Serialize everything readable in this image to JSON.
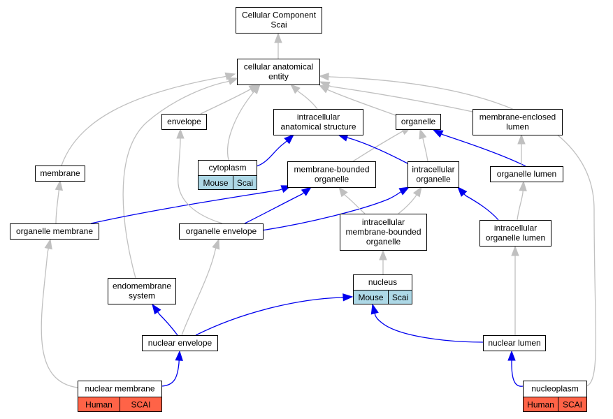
{
  "colors": {
    "gray_edge": "#c0c0c0",
    "blue_edge": "#0000ee",
    "tag_mouse_scai": "#add8e6",
    "tag_human_scai": "#ff6347"
  },
  "nodes": {
    "cellular_component_scai": {
      "lines": [
        "Cellular Component",
        "Scai"
      ]
    },
    "cellular_anatomical_entity": {
      "lines": [
        "cellular anatomical",
        "entity"
      ]
    },
    "envelope": {
      "lines": [
        "envelope"
      ]
    },
    "intracellular_anatomical_structure": {
      "lines": [
        "intracellular",
        "anatomical structure"
      ]
    },
    "organelle": {
      "lines": [
        "organelle"
      ]
    },
    "membrane_enclosed_lumen": {
      "lines": [
        "membrane-enclosed",
        "lumen"
      ]
    },
    "membrane": {
      "lines": [
        "membrane"
      ]
    },
    "cytoplasm": {
      "lines": [
        "cytoplasm"
      ],
      "tags": [
        "Mouse",
        "Scai"
      ]
    },
    "membrane_bounded_organelle": {
      "lines": [
        "membrane-bounded",
        "organelle"
      ]
    },
    "intracellular_organelle": {
      "lines": [
        "intracellular",
        "organelle"
      ]
    },
    "organelle_lumen": {
      "lines": [
        "organelle lumen"
      ]
    },
    "organelle_membrane": {
      "lines": [
        "organelle membrane"
      ]
    },
    "organelle_envelope": {
      "lines": [
        "organelle envelope"
      ]
    },
    "intracellular_membrane_bounded_organelle": {
      "lines": [
        "intracellular",
        "membrane-bounded",
        "organelle"
      ]
    },
    "intracellular_organelle_lumen": {
      "lines": [
        "intracellular",
        "organelle lumen"
      ]
    },
    "nucleus": {
      "lines": [
        "nucleus"
      ],
      "tags": [
        "Mouse",
        "Scai"
      ]
    },
    "endomembrane_system": {
      "lines": [
        "endomembrane",
        "system"
      ]
    },
    "nuclear_envelope": {
      "lines": [
        "nuclear envelope"
      ]
    },
    "nuclear_lumen": {
      "lines": [
        "nuclear lumen"
      ]
    },
    "nuclear_membrane": {
      "lines": [
        "nuclear membrane"
      ],
      "tags": [
        "Human",
        "SCAI"
      ]
    },
    "nucleoplasm": {
      "lines": [
        "nucleoplasm"
      ],
      "tags": [
        "Human",
        "SCAI"
      ]
    }
  },
  "edges": [
    {
      "from": "cellular_anatomical_entity",
      "to": "cellular_component_scai",
      "style": "gray"
    },
    {
      "from": "envelope",
      "to": "cellular_anatomical_entity",
      "style": "gray"
    },
    {
      "from": "intracellular_anatomical_structure",
      "to": "cellular_anatomical_entity",
      "style": "gray"
    },
    {
      "from": "organelle",
      "to": "cellular_anatomical_entity",
      "style": "gray"
    },
    {
      "from": "membrane_enclosed_lumen",
      "to": "cellular_anatomical_entity",
      "style": "gray"
    },
    {
      "from": "membrane",
      "to": "cellular_anatomical_entity",
      "style": "gray"
    },
    {
      "from": "cytoplasm",
      "to": "cellular_anatomical_entity",
      "style": "gray"
    },
    {
      "from": "endomembrane_system",
      "to": "cellular_anatomical_entity",
      "style": "gray"
    },
    {
      "from": "nucleoplasm",
      "to": "cellular_anatomical_entity",
      "style": "gray"
    },
    {
      "from": "cytoplasm",
      "to": "intracellular_anatomical_structure",
      "style": "blue"
    },
    {
      "from": "membrane_bounded_organelle",
      "to": "organelle",
      "style": "gray"
    },
    {
      "from": "intracellular_organelle",
      "to": "organelle",
      "style": "gray"
    },
    {
      "from": "intracellular_organelle",
      "to": "intracellular_anatomical_structure",
      "style": "blue"
    },
    {
      "from": "organelle_lumen",
      "to": "organelle",
      "style": "blue"
    },
    {
      "from": "organelle_lumen",
      "to": "membrane_enclosed_lumen",
      "style": "gray"
    },
    {
      "from": "organelle_membrane",
      "to": "membrane",
      "style": "gray"
    },
    {
      "from": "organelle_membrane",
      "to": "membrane_bounded_organelle",
      "style": "blue"
    },
    {
      "from": "organelle_envelope",
      "to": "envelope",
      "style": "gray"
    },
    {
      "from": "organelle_envelope",
      "to": "membrane_bounded_organelle",
      "style": "blue"
    },
    {
      "from": "organelle_envelope",
      "to": "intracellular_organelle",
      "style": "blue"
    },
    {
      "from": "intracellular_membrane_bounded_organelle",
      "to": "membrane_bounded_organelle",
      "style": "gray"
    },
    {
      "from": "intracellular_membrane_bounded_organelle",
      "to": "intracellular_organelle",
      "style": "gray"
    },
    {
      "from": "intracellular_organelle_lumen",
      "to": "intracellular_organelle",
      "style": "blue"
    },
    {
      "from": "intracellular_organelle_lumen",
      "to": "organelle_lumen",
      "style": "gray"
    },
    {
      "from": "nucleus",
      "to": "intracellular_membrane_bounded_organelle",
      "style": "gray"
    },
    {
      "from": "nuclear_envelope",
      "to": "endomembrane_system",
      "style": "blue"
    },
    {
      "from": "nuclear_envelope",
      "to": "organelle_envelope",
      "style": "gray"
    },
    {
      "from": "nuclear_envelope",
      "to": "nucleus",
      "style": "blue"
    },
    {
      "from": "nuclear_lumen",
      "to": "nucleus",
      "style": "blue"
    },
    {
      "from": "nuclear_lumen",
      "to": "intracellular_organelle_lumen",
      "style": "gray"
    },
    {
      "from": "nuclear_membrane",
      "to": "nuclear_envelope",
      "style": "blue"
    },
    {
      "from": "nuclear_membrane",
      "to": "organelle_membrane",
      "style": "gray"
    },
    {
      "from": "nucleoplasm",
      "to": "nuclear_lumen",
      "style": "blue"
    }
  ]
}
